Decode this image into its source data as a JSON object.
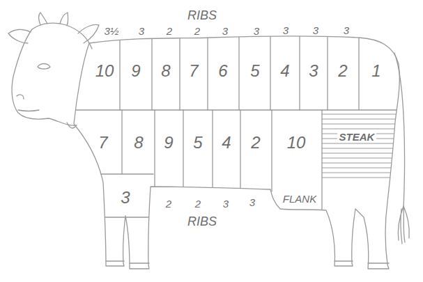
{
  "diagram": {
    "labels": [
      "RIBS",
      "3½",
      "3",
      "2",
      "2",
      "3",
      "3",
      "3",
      "3",
      "3",
      "10",
      "9",
      "8",
      "7",
      "6",
      "5",
      "4",
      "3",
      "2",
      "1",
      "7",
      "8",
      "9",
      "5",
      "4",
      "2",
      "10",
      "STEAK",
      "3",
      "2",
      "2",
      "3",
      "3",
      "FLANK",
      "RIBS"
    ]
  }
}
